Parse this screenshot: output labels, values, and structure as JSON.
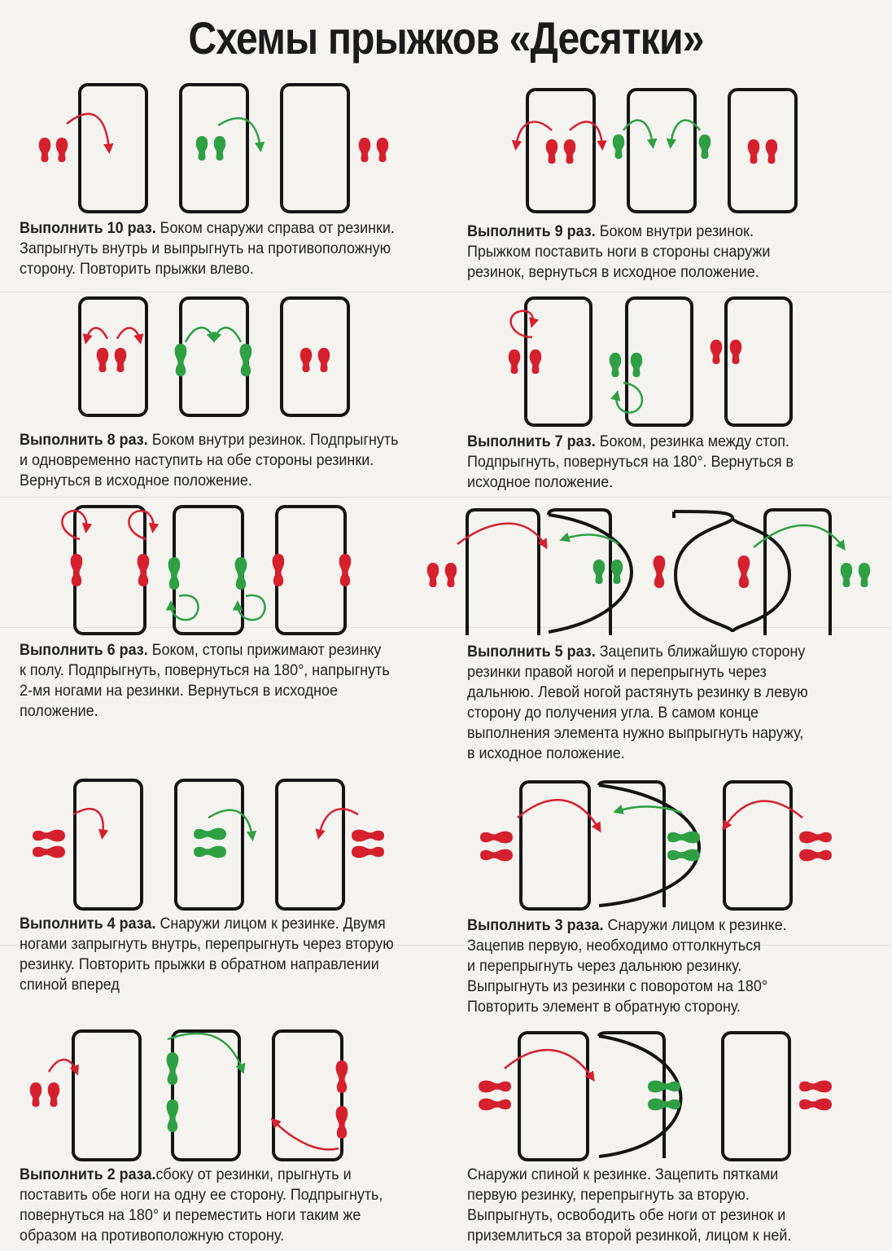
{
  "title": "Схемы прыжков «Десятки»",
  "colors": {
    "red": "#d5202e",
    "green": "#2ea043",
    "frame": "#151515"
  },
  "icons": [
    "footprint-red-icon",
    "footprint-green-icon",
    "jump-arrow-icon",
    "rubber-band-frame"
  ],
  "exercises": [
    {
      "id": "10",
      "bold": "Выполнить 10 раз.",
      "lines": [
        "Боком снаружи справа от резинки.",
        "Запрыгнуть внутрь и выпрыгнуть на противоположную",
        "сторону. Повторить прыжки влево."
      ]
    },
    {
      "id": "9",
      "bold": "Выполнить 9 раз.",
      "lines": [
        "Боком внутри резинок.",
        "Прыжком поставить ноги в стороны снаружи",
        "резинок, вернуться в исходное положение."
      ]
    },
    {
      "id": "8",
      "bold": "Выполнить 8 раз.",
      "lines": [
        "Боком внутри резинок. Подпрыгнуть",
        "и одновременно наступить на обе стороны резинки.",
        "Вернуться в исходное положение."
      ]
    },
    {
      "id": "7",
      "bold": "Выполнить 7 раз.",
      "lines": [
        "Боком, резинка между стоп.",
        "Подпрыгнуть, повернуться на 180°. Вернуться в",
        "исходное положение."
      ]
    },
    {
      "id": "6",
      "bold": "Выполнить 6 раз.",
      "lines": [
        "Боком, стопы прижимают резинку",
        "к полу. Подпрыгнуть, повернуться на 180°, напрыгнуть",
        "2-мя ногами на резинки. Вернуться в исходное",
        "положение."
      ]
    },
    {
      "id": "5",
      "bold": "Выполнить 5 раз.",
      "lines": [
        "Зацепить ближайшую сторону",
        "резинки правой ногой и перепрыгнуть через",
        "дальнюю. Левой ногой растянуть резинку в левую",
        "сторону до получения угла. В самом конце",
        "выполнения элемента нужно выпрыгнуть наружу,",
        "в исходное положение."
      ]
    },
    {
      "id": "4",
      "bold": "Выполнить 4 раза.",
      "lines": [
        "Снаружи лицом к резинке. Двумя",
        "ногами запрыгнуть внутрь, перепрыгнуть через вторую",
        "резинку. Повторить прыжки в обратном направлении",
        "спиной вперед"
      ]
    },
    {
      "id": "3",
      "bold": "Выполнить 3 раза.",
      "lines": [
        "Снаружи лицом к резинке.",
        "Зацепив первую, необходимо оттолкнуться",
        "и перепрыгнуть через дальнюю резинку.",
        "Выпрыгнуть из резинки с поворотом на 180°",
        "Повторить элемент в обратную сторону."
      ]
    },
    {
      "id": "2",
      "bold": "Выполнить 2 раза.",
      "lines": [
        "сбоку от резинки, прыгнуть и",
        "поставить обе ноги на одну ее сторону. Подпрыгнуть,",
        "повернуться на 180° и переместить ноги таким же",
        "образом на противоположную сторону."
      ]
    },
    {
      "id": "1",
      "bold": "",
      "lines": [
        "Снаружи спиной к резинке. Зацепить пятками",
        "первую резинку, перепрыгнуть за вторую.",
        "Выпрыгнуть, освободить обе ноги от резинок и",
        "приземлиться за второй резинкой, лицом к ней."
      ]
    }
  ]
}
